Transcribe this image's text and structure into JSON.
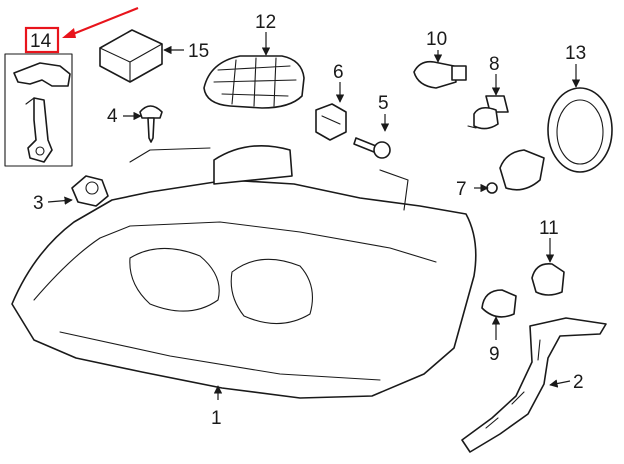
{
  "callouts": {
    "c1": "1",
    "c2": "2",
    "c3": "3",
    "c4": "4",
    "c5": "5",
    "c6": "6",
    "c7": "7",
    "c8": "8",
    "c9": "9",
    "c10": "10",
    "c11": "11",
    "c12": "12",
    "c13": "13",
    "c14": "14",
    "c15": "15"
  },
  "colors": {
    "highlight": "#e8141c",
    "line": "#1a1a1a"
  }
}
